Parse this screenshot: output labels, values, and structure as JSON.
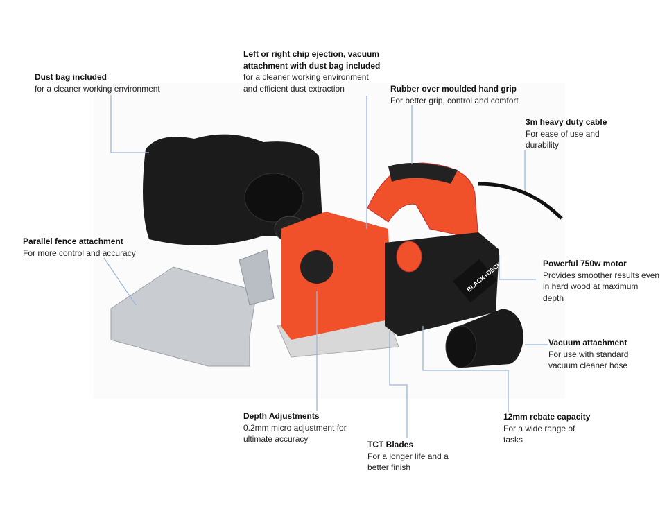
{
  "colors": {
    "leader_line": "#9bb7d9",
    "tool_orange": "#f0502a",
    "tool_black": "#1e1e1e",
    "fence_silver": "#c9cdd2"
  },
  "product_logo_text": "BLACK+DECKER",
  "callouts": [
    {
      "title": "Dust bag included",
      "desc": "for a cleaner  working environment"
    },
    {
      "title": "Left or right chip ejection, vacuum\nattachment with dust bag included",
      "desc": "for a cleaner  working environment\nand efficient  dust extraction"
    },
    {
      "title": "Rubber over moulded hand grip",
      "desc": "For better  grip, control and comfort"
    },
    {
      "title": "3m heavy duty  cable",
      "desc": "For ease of use and\ndurability"
    },
    {
      "title": "Parallel fence attachment",
      "desc": "For more control and accuracy"
    },
    {
      "title": "Powerful 750w motor",
      "desc": "Provides smoother  results even\nin hard wood at maximum\ndepth"
    },
    {
      "title": "Vacuum attachment",
      "desc": "For  use with standard\nvacuum cleaner  hose"
    },
    {
      "title": "Depth  Adjustments",
      "desc": "0.2mm micro adjustment  for\nultimate accuracy"
    },
    {
      "title": "TCT Blades",
      "desc": "For a longer life and a\nbetter finish"
    },
    {
      "title": "12mm rebate capacity",
      "desc": "For a wide range of\ntasks"
    }
  ]
}
